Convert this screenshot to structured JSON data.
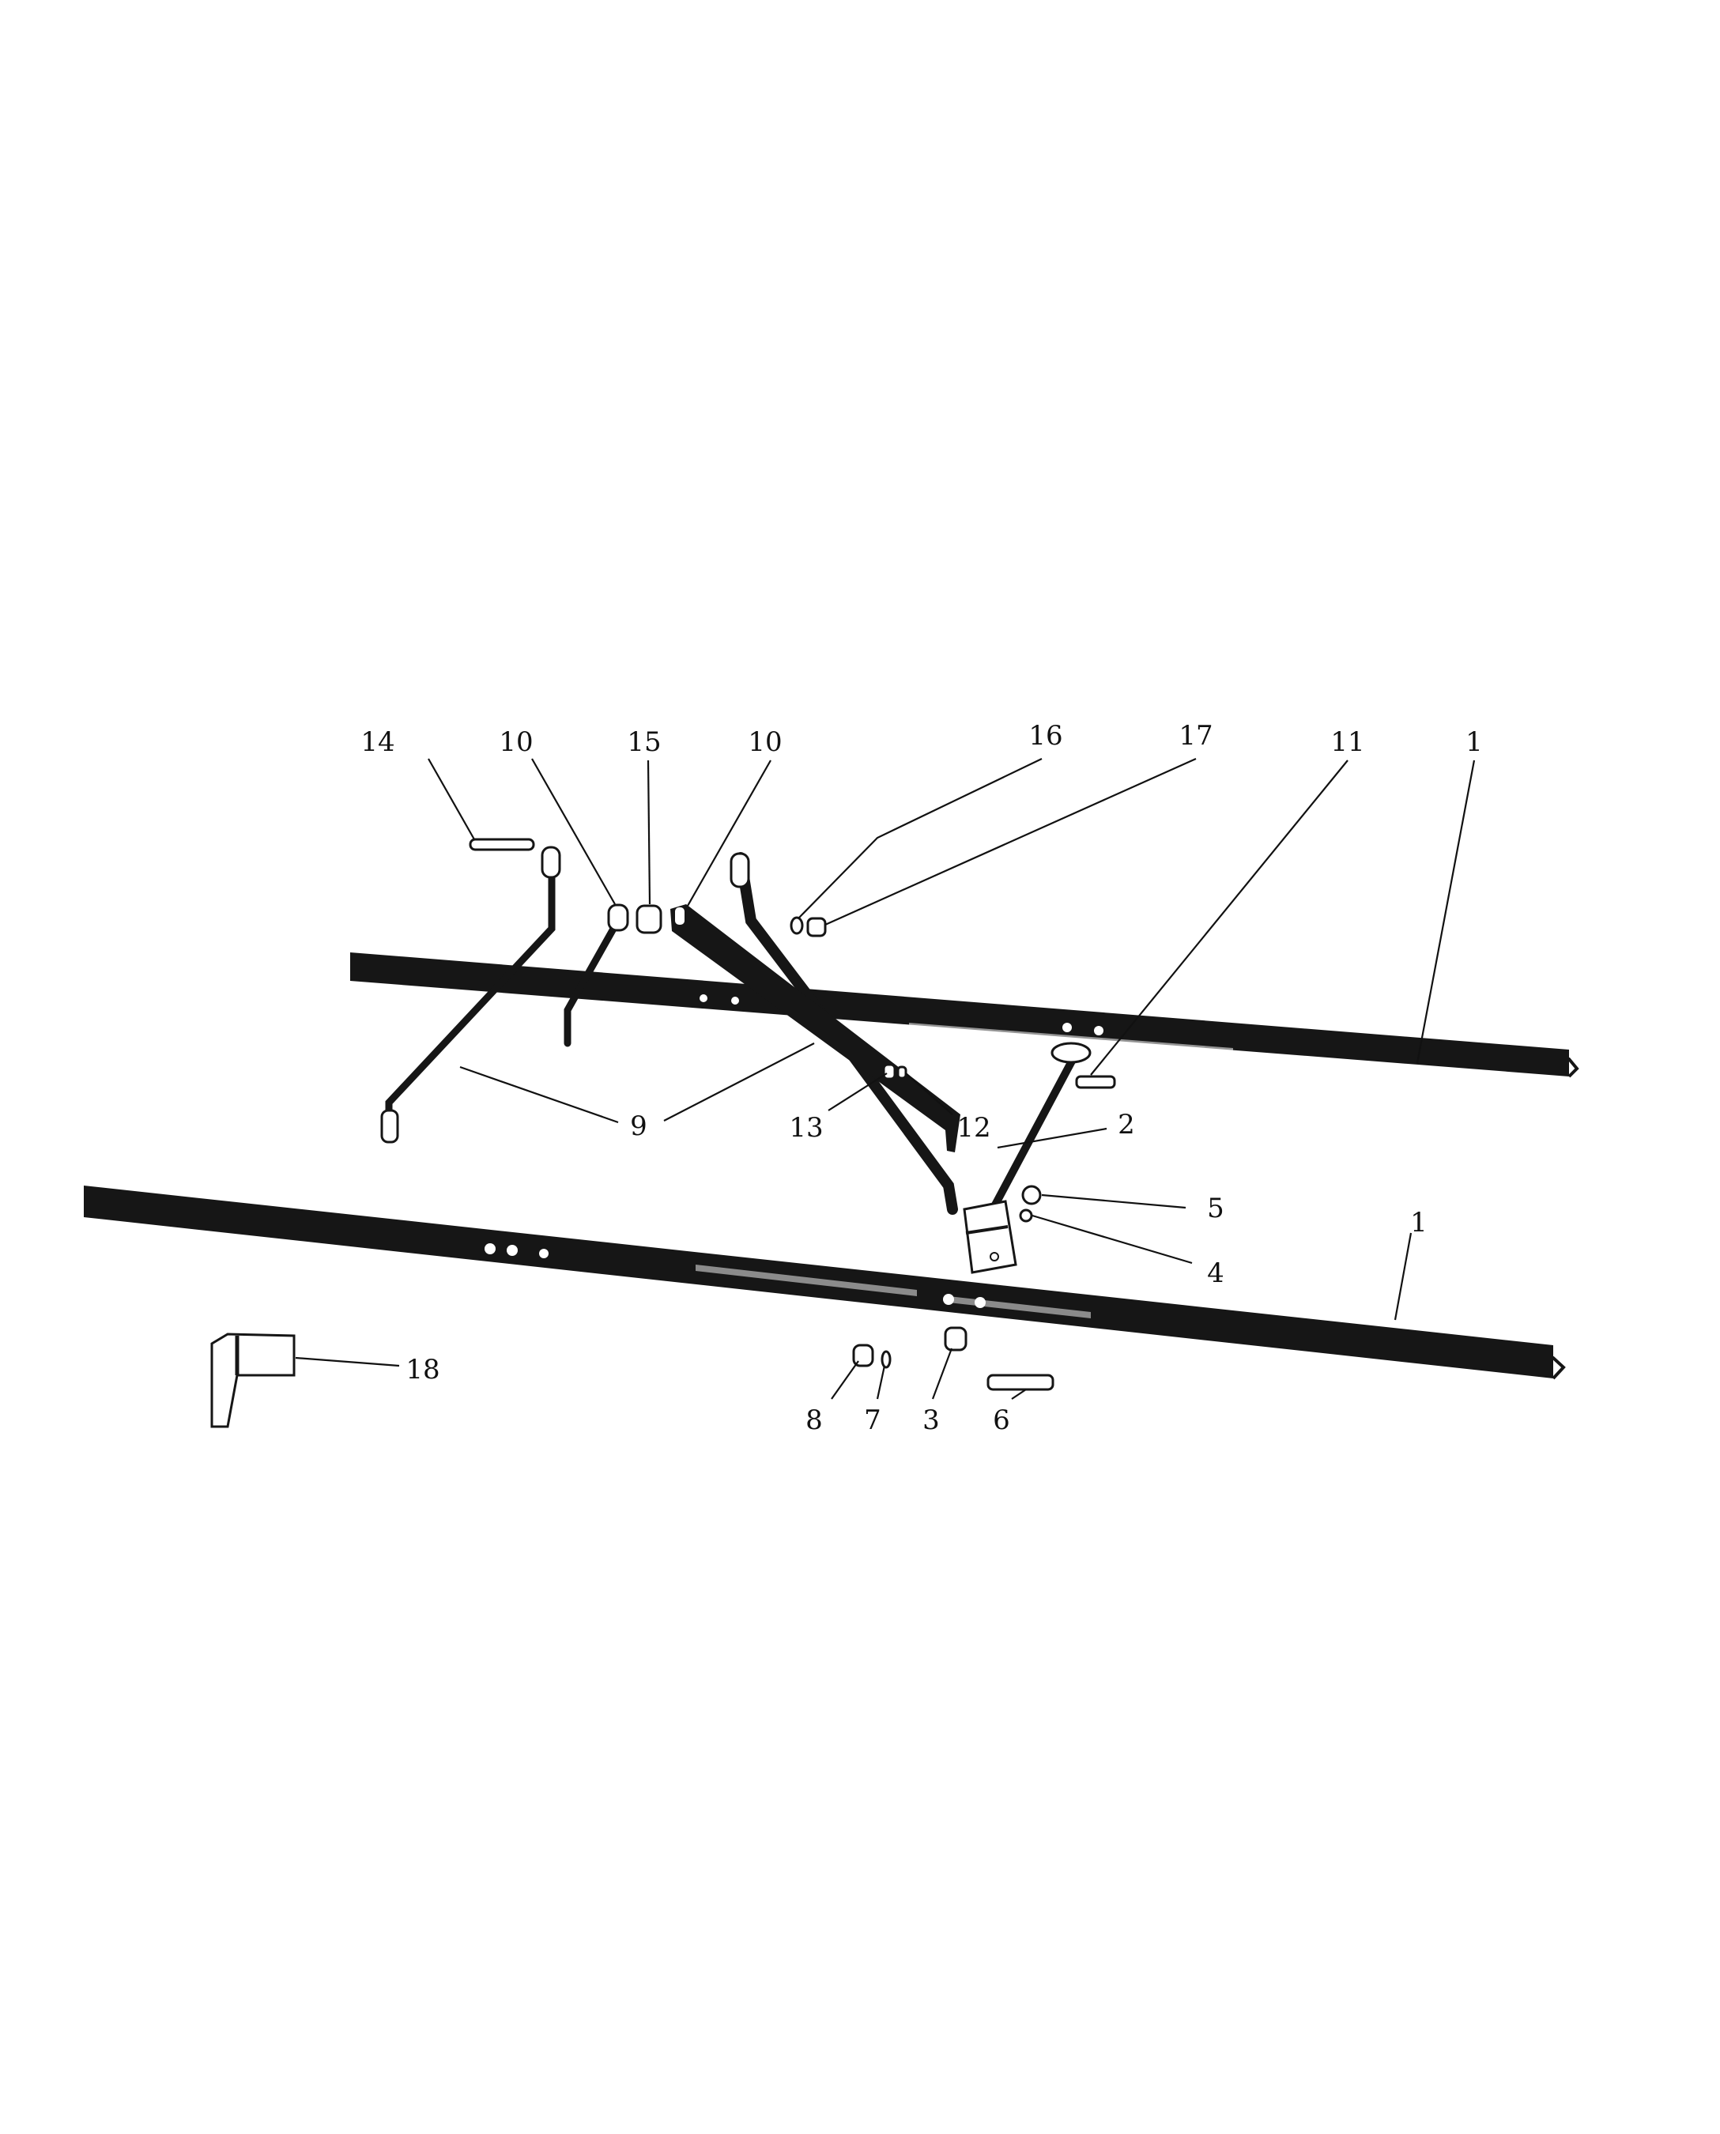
{
  "figure": {
    "callouts": [
      {
        "id": "c14",
        "label": "14"
      },
      {
        "id": "c10a",
        "label": "10"
      },
      {
        "id": "c15",
        "label": "15"
      },
      {
        "id": "c10b",
        "label": "10"
      },
      {
        "id": "c16",
        "label": "16"
      },
      {
        "id": "c17",
        "label": "17"
      },
      {
        "id": "c11",
        "label": "11"
      },
      {
        "id": "c1a",
        "label": "1"
      },
      {
        "id": "c9",
        "label": "9"
      },
      {
        "id": "c13",
        "label": "13"
      },
      {
        "id": "c12",
        "label": "12"
      },
      {
        "id": "c2",
        "label": "2"
      },
      {
        "id": "c5",
        "label": "5"
      },
      {
        "id": "c4",
        "label": "4"
      },
      {
        "id": "c1b",
        "label": "1"
      },
      {
        "id": "c18",
        "label": "18"
      },
      {
        "id": "c8",
        "label": "8"
      },
      {
        "id": "c7",
        "label": "7"
      },
      {
        "id": "c3",
        "label": "3"
      },
      {
        "id": "c6",
        "label": "6"
      }
    ]
  }
}
